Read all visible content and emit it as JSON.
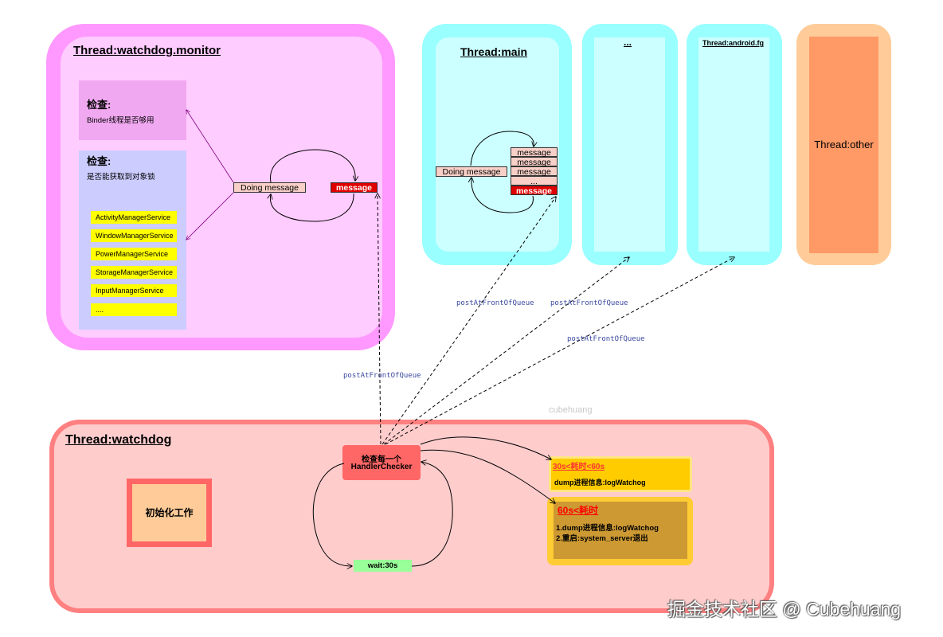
{
  "monitor": {
    "title": "Thread:watchdog.monitor",
    "check1_title": "检查:",
    "check1_text": "Binder线程是否够用",
    "check2_title": "检查:",
    "check2_text": "是否能获取到对象锁",
    "services": [
      "ActivityManagerService",
      "WindowManagerService",
      "PowerManagerService",
      "StorageManagerService",
      "InputManagerService",
      "...."
    ],
    "doing": "Doing message",
    "message": "message"
  },
  "main": {
    "title": "Thread:main",
    "doing": "Doing message",
    "queue": [
      "message",
      "message",
      "message",
      "...",
      "message"
    ]
  },
  "ellipsis_thread": {
    "title": "..."
  },
  "fg_thread": {
    "title": "Thread:android.fg"
  },
  "other_thread": {
    "title": "Thread:other"
  },
  "edges": {
    "post1": "postAtFrontOfQueue",
    "post2": "postAtFrontOfQueue",
    "post3": "postAtFrontOfQueue",
    "post4": "postAtFrontOfQueue"
  },
  "watchdog": {
    "title": "Thread:watchdog",
    "init": "初始化工作",
    "checker_line1": "检查每一个",
    "checker_line2": "HandlerChecker",
    "wait": "wait:30s",
    "case1_title": "30s<耗时<60s",
    "case1_text": "dump进程信息:logWatchog",
    "case2_title": "60s<耗时",
    "case2_line1": "1.dump进程信息:logWatchog",
    "case2_line2": "2.重启:system_server退出"
  },
  "watermark_center": "cubehuang",
  "watermark_footer": "掘金技术社区 @ Cubehuang",
  "colors": {
    "monitor_outer": "#ff99ff",
    "monitor_inner": "#ffccff",
    "thread_cyan_outer": "#99ffff",
    "thread_cyan_inner": "#ccffff",
    "other_outer": "#ffcc99",
    "other_inner": "#ff9966",
    "watchdog_outer": "#ff8080",
    "watchdog_inner": "#ffcccc",
    "checker": "#ff6666",
    "wait": "#99ff99",
    "case1": "#ffcc00",
    "case2": "#cc9933",
    "message_red": "#e00000"
  }
}
